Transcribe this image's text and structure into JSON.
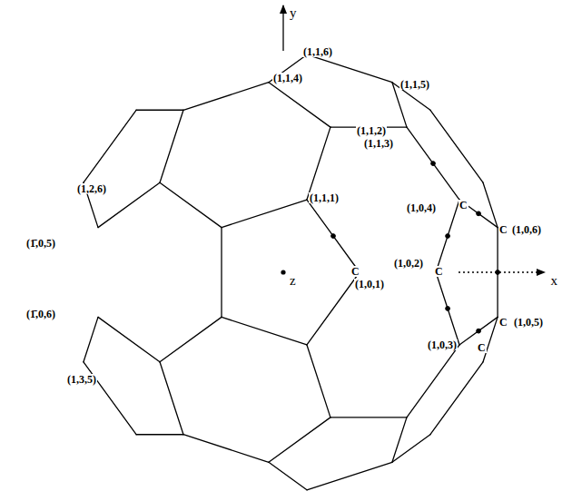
{
  "diagram": {
    "labels": [
      "y",
      "(1,1,6)",
      "(1,1,4)",
      "(1,1,5)",
      "(1,1,2)",
      "(1,1,3)",
      "(1,1,1)",
      "(1,0,4)",
      "C",
      "C",
      "(1,0,6)",
      "(1̄,0,5)",
      "(1,0,2)",
      "C",
      "z",
      "C",
      "(1,0,1)",
      "x",
      "(1,0,5)",
      "C",
      "(1,0,3)",
      "C",
      "(1,2,6)",
      "(1̄,0,6)",
      "(1,3,5)"
    ]
  }
}
